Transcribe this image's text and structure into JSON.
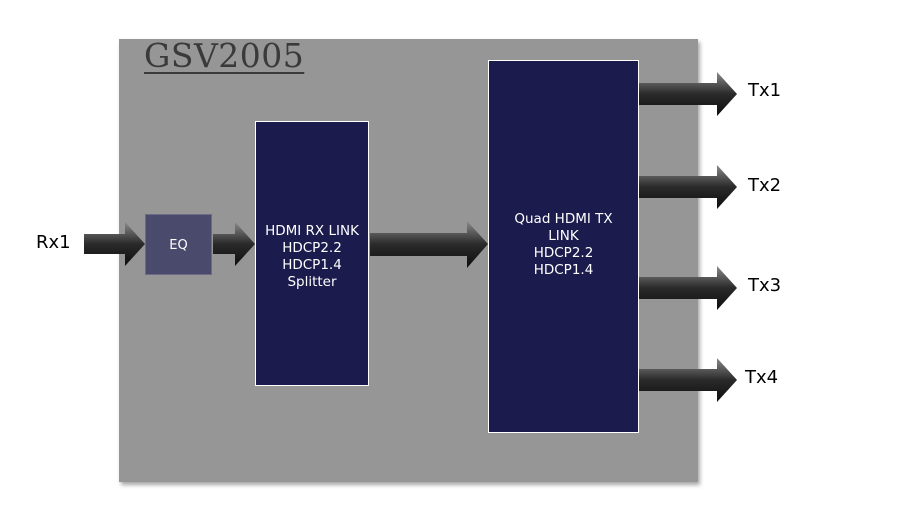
{
  "chip": {
    "title": "GSV2005"
  },
  "blocks": {
    "eq": {
      "lines": [
        "EQ"
      ]
    },
    "rx_link": {
      "lines": [
        "HDMI RX LINK",
        "HDCP2.2",
        "HDCP1.4",
        "Splitter"
      ]
    },
    "tx_link": {
      "lines": [
        "Quad HDMI TX",
        "LINK",
        "HDCP2.2",
        "HDCP1.4"
      ]
    },
    "eq_color": "#4a4a6c",
    "block_color": "#1b1b4e",
    "chip_color": "#969696",
    "arrow_color": "#1e1e1e"
  },
  "ports": {
    "input": "Rx1",
    "outputs": [
      "Tx1",
      "Tx2",
      "Tx3",
      "Tx4"
    ]
  }
}
